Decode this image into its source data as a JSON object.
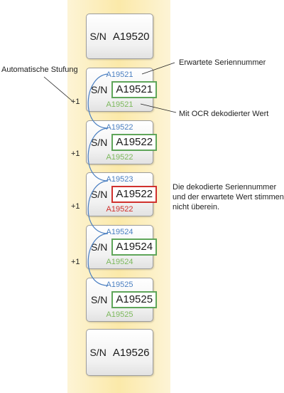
{
  "annotations": {
    "auto_increment": "Automatische Stufung",
    "expected_serial": "Erwartete Seriennummer",
    "ocr_decoded": "Mit OCR dekodierter Wert",
    "mismatch_note": "Die dekodierte Seriennummer und der erwartete Wert stimmen nicht überein.",
    "increment_step": "+1"
  },
  "labels": [
    {
      "prefix": "S/N",
      "serial": "A19520"
    },
    {
      "prefix": "S/N",
      "expected": "A19521",
      "ocr": "A19521",
      "decoded": "A19521",
      "status": "match"
    },
    {
      "prefix": "S/N",
      "expected": "A19522",
      "ocr": "A19522",
      "decoded": "A19522",
      "status": "match"
    },
    {
      "prefix": "S/N",
      "expected": "A19523",
      "ocr": "A19522",
      "decoded": "A19522",
      "status": "mismatch"
    },
    {
      "prefix": "S/N",
      "expected": "A19524",
      "ocr": "A19524",
      "decoded": "A19524",
      "status": "match"
    },
    {
      "prefix": "S/N",
      "expected": "A19525",
      "ocr": "A19525",
      "decoded": "A19525",
      "status": "match"
    },
    {
      "prefix": "S/N",
      "serial": "A19526"
    }
  ],
  "colors": {
    "expected_text": "#4a7fc1",
    "match": "#5fa65a",
    "mismatch": "#d0312d",
    "strip": "#fbe9a9"
  }
}
